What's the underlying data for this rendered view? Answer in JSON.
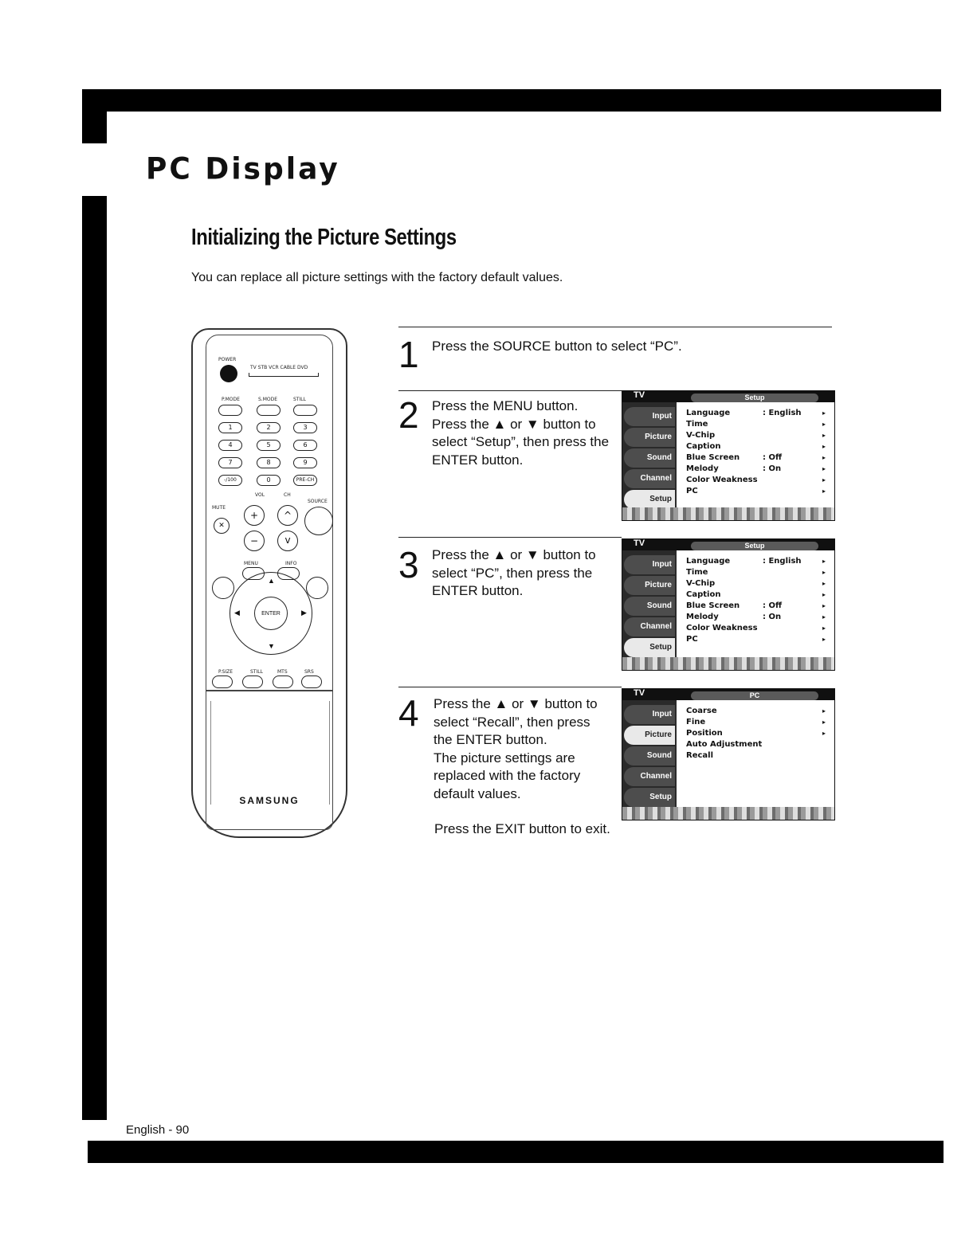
{
  "page": {
    "title": "PC Display",
    "section_title": "Initializing the Picture Settings",
    "intro": "You can replace all picture settings with the factory default values.",
    "footer": "English - 90"
  },
  "steps": [
    {
      "number": "1",
      "lines": [
        "Press the SOURCE button to select “PC”."
      ]
    },
    {
      "number": "2",
      "lines": [
        "Press the MENU button.",
        "Press the ▲ or ▼ button to",
        "select “Setup”, then press the",
        "ENTER button."
      ]
    },
    {
      "number": "3",
      "lines": [
        "Press the ▲ or ▼ button to",
        "select “PC”, then press the",
        "ENTER button."
      ]
    },
    {
      "number": "4",
      "lines": [
        "Press the ▲ or ▼ button to",
        "select “Recall”, then press",
        "the ENTER button.",
        "The picture settings are",
        "replaced with the factory",
        "default values."
      ],
      "exit_note": "Press the EXIT button to exit."
    }
  ],
  "screens": {
    "tv_label": "TV",
    "sidebar": [
      "Input",
      "Picture",
      "Sound",
      "Channel",
      "Setup"
    ],
    "setup_screen": {
      "title": "Setup",
      "rows": [
        {
          "label": "Language",
          "value": ": English"
        },
        {
          "label": "Time",
          "value": ""
        },
        {
          "label": "V-Chip",
          "value": ""
        },
        {
          "label": "Caption",
          "value": ""
        },
        {
          "label": "Blue Screen",
          "value": ": Off"
        },
        {
          "label": "Melody",
          "value": ": On"
        },
        {
          "label": "Color Weakness",
          "value": ""
        },
        {
          "label": "PC",
          "value": ""
        }
      ]
    },
    "pc_screen": {
      "title": "PC",
      "rows": [
        {
          "label": "Coarse",
          "arrow": true
        },
        {
          "label": "Fine",
          "arrow": true
        },
        {
          "label": "Position",
          "arrow": true
        },
        {
          "label": "Auto Adjustment",
          "arrow": false
        },
        {
          "label": "Recall",
          "arrow": false
        }
      ]
    }
  },
  "remote": {
    "brand": "SAMSUNG",
    "labels": {
      "power": "POWER",
      "modes": "TV STB VCR CABLE DVD",
      "picture": "P.MODE",
      "sound": "S.MODE",
      "still": "STILL",
      "mts": "MTS",
      "srs": "SRS",
      "source": "SOURCE",
      "vol": "VOL",
      "ch": "CH",
      "mute": "MUTE",
      "psize": "P.SIZE",
      "menu": "MENU",
      "info": "INFO",
      "enter": "ENTER"
    },
    "number_keys": [
      "1",
      "2",
      "3",
      "4",
      "5",
      "6",
      "7",
      "8",
      "9",
      "-/100",
      "0",
      "PRE-CH"
    ],
    "arrow_glyph": "▸"
  },
  "colors": {
    "ink": "#000000",
    "screen_dark": "#101010",
    "sidebar_item": "#4d4d4d"
  }
}
